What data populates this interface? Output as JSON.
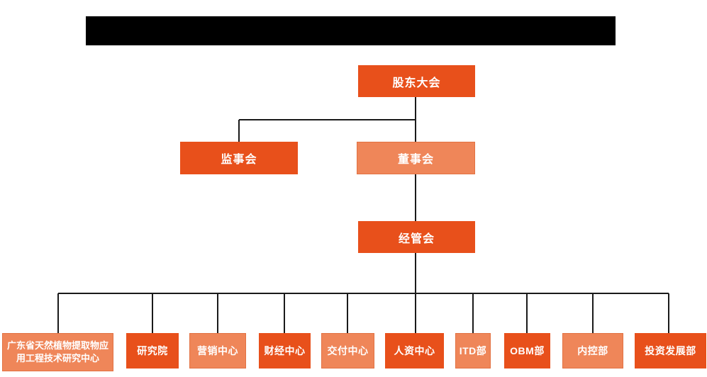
{
  "org_chart": {
    "nodes": {
      "shareholders": "股东大会",
      "supervisory": "监事会",
      "board": "董事会",
      "management": "经管会",
      "gd_research_center": "广东省天然植物提取物应用工程技术研究中心",
      "research_institute": "研究院",
      "marketing_center": "营销中心",
      "finance_center": "财经中心",
      "delivery_center": "交付中心",
      "hr_center": "人资中心",
      "itd_dept": "ITD部",
      "obm_dept": "OBM部",
      "internal_control_dept": "内控部",
      "investment_dev_dept": "投资发展部"
    },
    "colors": {
      "dark": "#e8501b",
      "light": "#ef8659",
      "connector": "#1a1a1a",
      "redacted": "#000000",
      "node_text": "#ffffff"
    }
  }
}
